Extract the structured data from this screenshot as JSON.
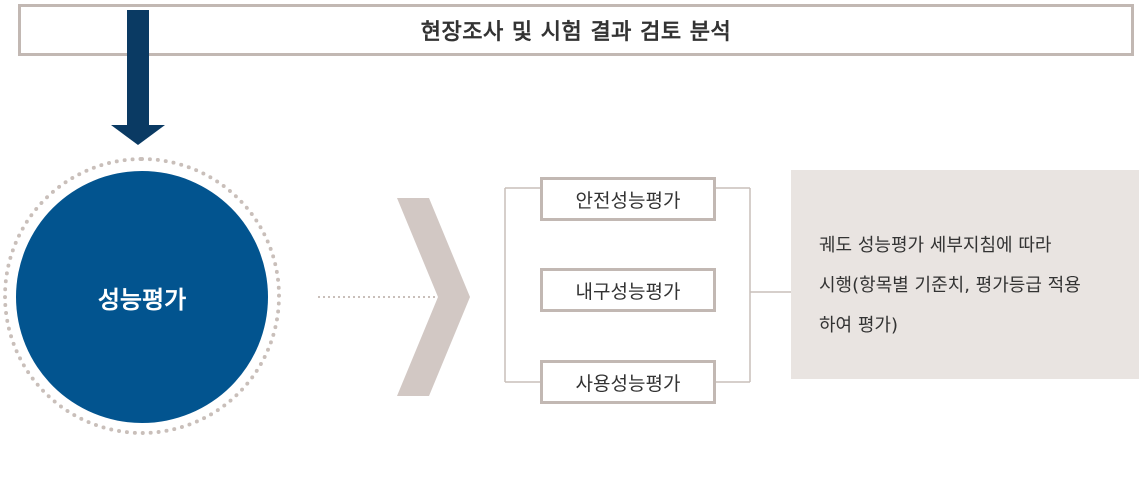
{
  "header": {
    "title": "현장조사 및 시험 결과 검토 분석"
  },
  "main_node": {
    "label": "성능평가"
  },
  "sub_items": [
    {
      "label": "안전성능평가"
    },
    {
      "label": "내구성능평가"
    },
    {
      "label": "사용성능평가"
    }
  ],
  "description": {
    "lines": [
      "궤도 성능평가 세부지침에 따라",
      "시행(항목별 기준치, 평가등급 적용",
      "하여 평가)"
    ]
  },
  "colors": {
    "primary_blue": "#02548f",
    "arrow_navy": "#0a3a63",
    "border_gray": "#c2b8b3",
    "chevron": "#d2c8c4",
    "desc_bg": "#e9e4e1"
  }
}
